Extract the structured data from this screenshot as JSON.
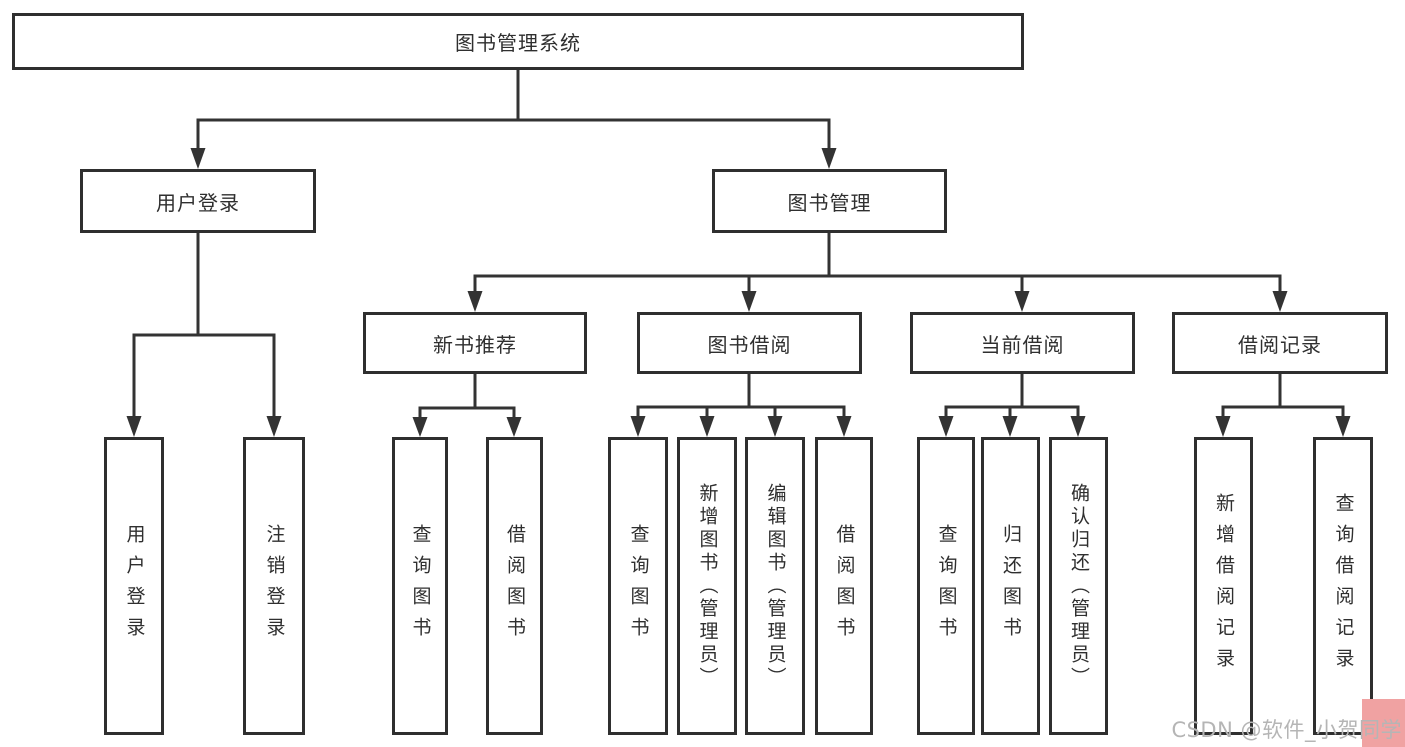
{
  "tree": {
    "root": "图书管理系统",
    "level2": [
      {
        "label": "用户登录",
        "leaves": [
          "用户登录",
          "注销登录"
        ]
      },
      {
        "label": "图书管理",
        "groups": [
          {
            "label": "新书推荐",
            "leaves": [
              "查询图书",
              "借阅图书"
            ]
          },
          {
            "label": "图书借阅",
            "leaves": [
              "查询图书",
              "新增图书（管理员）",
              "编辑图书（管理员）",
              "借阅图书"
            ]
          },
          {
            "label": "当前借阅",
            "leaves": [
              "查询图书",
              "归还图书",
              "确认归还（管理员）"
            ]
          },
          {
            "label": "借阅记录",
            "leaves": [
              "新增借阅记录",
              "查询借阅记录"
            ]
          }
        ]
      }
    ]
  },
  "watermark": {
    "text": "CSDN @软件_小贺同学"
  },
  "colors": {
    "line": "#333333",
    "node_border": "#2f2f2f",
    "node_bg": "#ffffff",
    "watermark_text": "#b5b5b5",
    "watermark_accent": "#f0a2a2"
  }
}
